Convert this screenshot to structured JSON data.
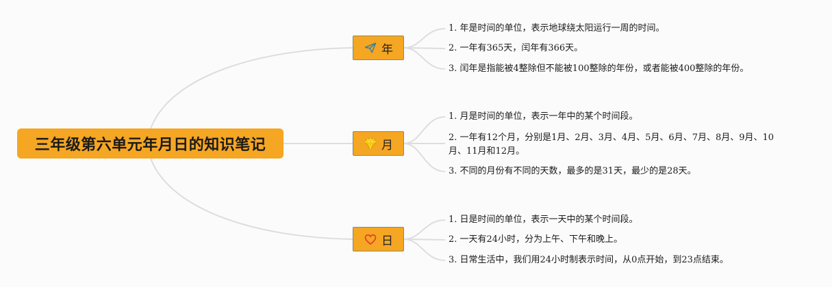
{
  "root": {
    "title": "三年级第六单元年月日的知识笔记"
  },
  "branches": [
    {
      "label": "年",
      "icon": "paper-plane-icon",
      "items": [
        "1. 年是时间的单位，表示地球绕太阳运行一周的时间。",
        "2. 一年有365天，闰年有366天。",
        "3. 闰年是指能被4整除但不能被100整除的年份，或者能被400整除的年份。"
      ]
    },
    {
      "label": "月",
      "icon": "diamond-icon",
      "items": [
        "1. 月是时间的单位，表示一年中的某个时间段。",
        "2. 一年有12个月，分别是1月、2月、3月、4月、5月、6月、7月、8月、9月、10月、11月和12月。",
        "3. 不同的月份有不同的天数，最多的是31天，最少的是28天。"
      ]
    },
    {
      "label": "日",
      "icon": "heart-icon",
      "items": [
        "1. 日是时间的单位，表示一天中的某个时间段。",
        "2. 一天有24小时，分为上午、下午和晚上。",
        "3. 日常生活中，我们用24小时制表示时间，从0点开始，到23点结束。"
      ]
    }
  ],
  "colors": {
    "node_fill": "#f5a623",
    "edge": "#dddddd",
    "icon_plane": "#3d7f96",
    "icon_diamond": "#f2c200",
    "icon_heart": "#e63b2e"
  }
}
